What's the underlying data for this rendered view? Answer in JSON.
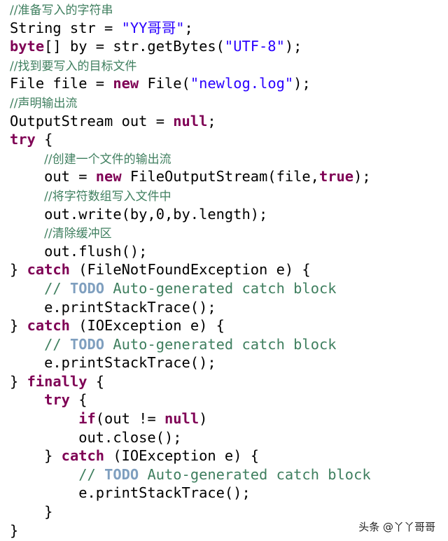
{
  "editor": {
    "lines": [
      [
        {
          "t": "",
          "c": "plain"
        },
        {
          "t": "//准备写入的字符串",
          "c": "comment-cn"
        }
      ],
      [
        {
          "t": "String str = ",
          "c": "plain"
        },
        {
          "t": "\"YY哥哥\"",
          "c": "str"
        },
        {
          "t": ";",
          "c": "plain"
        }
      ],
      [
        {
          "t": "byte",
          "c": "kw"
        },
        {
          "t": "[] by = str.getBytes(",
          "c": "plain"
        },
        {
          "t": "\"UTF-8\"",
          "c": "str"
        },
        {
          "t": ");",
          "c": "plain"
        }
      ],
      [
        {
          "t": "//找到要写入的目标文件",
          "c": "comment-cn"
        }
      ],
      [
        {
          "t": "File file = ",
          "c": "plain"
        },
        {
          "t": "new",
          "c": "kw"
        },
        {
          "t": " File(",
          "c": "plain"
        },
        {
          "t": "\"newlog.log\"",
          "c": "str"
        },
        {
          "t": ");",
          "c": "plain"
        }
      ],
      [
        {
          "t": "//声明输出流",
          "c": "comment-cn"
        }
      ],
      [
        {
          "t": "OutputStream out = ",
          "c": "plain"
        },
        {
          "t": "null",
          "c": "kw"
        },
        {
          "t": ";",
          "c": "plain"
        }
      ],
      [
        {
          "t": "try",
          "c": "kw"
        },
        {
          "t": " {",
          "c": "plain"
        }
      ],
      [
        {
          "t": "    ",
          "c": "plain"
        },
        {
          "t": "//创建一个文件的输出流",
          "c": "comment-cn"
        }
      ],
      [
        {
          "t": "    out = ",
          "c": "plain"
        },
        {
          "t": "new",
          "c": "kw"
        },
        {
          "t": " FileOutputStream(file,",
          "c": "plain"
        },
        {
          "t": "true",
          "c": "kw"
        },
        {
          "t": ");",
          "c": "plain"
        }
      ],
      [
        {
          "t": "    ",
          "c": "plain"
        },
        {
          "t": "//将字符数组写入文件中",
          "c": "comment-cn"
        }
      ],
      [
        {
          "t": "    out.write(by,0,by.length);",
          "c": "plain"
        }
      ],
      [
        {
          "t": "    ",
          "c": "plain"
        },
        {
          "t": "//清除缓冲区",
          "c": "comment-cn"
        }
      ],
      [
        {
          "t": "    out.flush();",
          "c": "plain"
        }
      ],
      [
        {
          "t": "} ",
          "c": "plain"
        },
        {
          "t": "catch",
          "c": "kw"
        },
        {
          "t": " (FileNotFoundException e) {",
          "c": "plain"
        }
      ],
      [
        {
          "t": "    ",
          "c": "plain"
        },
        {
          "t": "// ",
          "c": "comment"
        },
        {
          "t": "TODO",
          "c": "todo"
        },
        {
          "t": " Auto-generated catch block",
          "c": "comment"
        }
      ],
      [
        {
          "t": "    e.printStackTrace();",
          "c": "plain"
        }
      ],
      [
        {
          "t": "} ",
          "c": "plain"
        },
        {
          "t": "catch",
          "c": "kw"
        },
        {
          "t": " (IOException e) {",
          "c": "plain"
        }
      ],
      [
        {
          "t": "    ",
          "c": "plain"
        },
        {
          "t": "// ",
          "c": "comment"
        },
        {
          "t": "TODO",
          "c": "todo"
        },
        {
          "t": " Auto-generated catch block",
          "c": "comment"
        }
      ],
      [
        {
          "t": "    e.printStackTrace();",
          "c": "plain"
        }
      ],
      [
        {
          "t": "} ",
          "c": "plain"
        },
        {
          "t": "finally",
          "c": "kw"
        },
        {
          "t": " {",
          "c": "plain"
        }
      ],
      [
        {
          "t": "    ",
          "c": "plain"
        },
        {
          "t": "try",
          "c": "kw"
        },
        {
          "t": " {",
          "c": "plain"
        }
      ],
      [
        {
          "t": "        ",
          "c": "plain"
        },
        {
          "t": "if",
          "c": "kw"
        },
        {
          "t": "(out != ",
          "c": "plain"
        },
        {
          "t": "null",
          "c": "kw"
        },
        {
          "t": ")",
          "c": "plain"
        }
      ],
      [
        {
          "t": "        out.close();",
          "c": "plain"
        }
      ],
      [
        {
          "t": "    } ",
          "c": "plain"
        },
        {
          "t": "catch",
          "c": "kw"
        },
        {
          "t": " (IOException e) {",
          "c": "plain"
        }
      ],
      [
        {
          "t": "        ",
          "c": "plain"
        },
        {
          "t": "// ",
          "c": "comment"
        },
        {
          "t": "TODO",
          "c": "todo"
        },
        {
          "t": " Auto-generated catch block",
          "c": "comment"
        }
      ],
      [
        {
          "t": "        e.printStackTrace();",
          "c": "plain"
        }
      ],
      [
        {
          "t": "    }",
          "c": "plain"
        }
      ],
      [
        {
          "t": "}",
          "c": "plain"
        }
      ]
    ]
  },
  "watermark": {
    "text": "头条 @丫丫哥哥"
  },
  "colors": {
    "keyword": "#7f0055",
    "string": "#2a00ff",
    "comment": "#3f7f5f",
    "todo": "#7f9fbf",
    "text": "#000000",
    "background": "#ffffff"
  }
}
